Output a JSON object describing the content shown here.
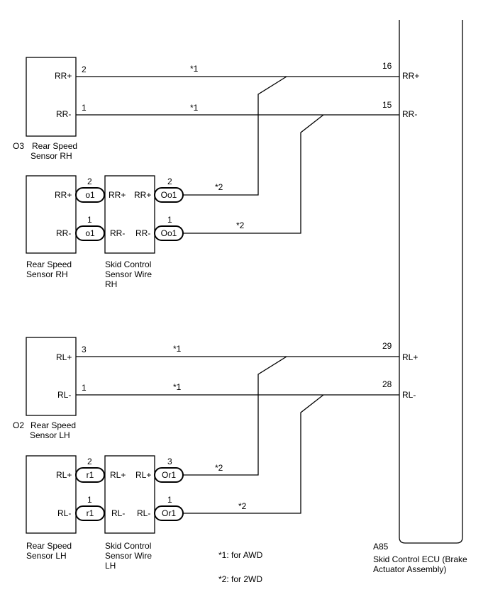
{
  "colors": {
    "line": "#000000",
    "background": "#ffffff"
  },
  "ecu": {
    "code": "A85",
    "name_line1": "Skid Control ECU (Brake",
    "name_line2": "Actuator Assembly)",
    "pins": [
      {
        "num": "16",
        "label": "RR+"
      },
      {
        "num": "15",
        "label": "RR-"
      },
      {
        "num": "29",
        "label": "RL+"
      },
      {
        "num": "28",
        "label": "RL-"
      }
    ]
  },
  "sensors": {
    "rh_awd": {
      "code": "O3",
      "name_line1": "Rear Speed",
      "name_line2": "Sensor RH",
      "pin_plus": "RR+",
      "pin_minus": "RR-",
      "num_plus": "2",
      "num_minus": "1"
    },
    "rh_2wd": {
      "name_line1": "Rear Speed",
      "name_line2": "Sensor RH",
      "pin_plus": "RR+",
      "pin_minus": "RR-"
    },
    "lh_awd": {
      "code": "O2",
      "name_line1": "Rear Speed",
      "name_line2": "Sensor LH",
      "pin_plus": "RL+",
      "pin_minus": "RL-",
      "num_plus": "3",
      "num_minus": "1"
    },
    "lh_2wd": {
      "name_line1": "Rear Speed",
      "name_line2": "Sensor LH",
      "pin_plus": "RL+",
      "pin_minus": "RL-"
    }
  },
  "wire_assemblies": {
    "rh": {
      "name_line1": "Skid Control",
      "name_line2": "Sensor Wire",
      "name_line3": "RH",
      "left_plus": "RR+",
      "left_minus": "RR-",
      "right_plus": "RR+",
      "right_minus": "RR-"
    },
    "lh": {
      "name_line1": "Skid Control",
      "name_line2": "Sensor Wire",
      "name_line3": "LH",
      "left_plus": "RL+",
      "left_minus": "RL-",
      "right_plus": "RL+",
      "right_minus": "RL-"
    }
  },
  "connectors": {
    "o1_top": {
      "label": "o1",
      "pin": "2"
    },
    "o1_bot": {
      "label": "o1",
      "pin": "1"
    },
    "oo1_top": {
      "label": "Oo1",
      "pin": "2"
    },
    "oo1_bot": {
      "label": "Oo1",
      "pin": "1"
    },
    "r1_top": {
      "label": "r1",
      "pin": "2"
    },
    "r1_bot": {
      "label": "r1",
      "pin": "1"
    },
    "or1_top": {
      "label": "Or1",
      "pin": "3"
    },
    "or1_bot": {
      "label": "Or1",
      "pin": "1"
    }
  },
  "wire_marks": {
    "awd": "*1",
    "two_wd": "*2"
  },
  "notes": {
    "note1": "*1: for AWD",
    "note2": "*2: for 2WD"
  }
}
